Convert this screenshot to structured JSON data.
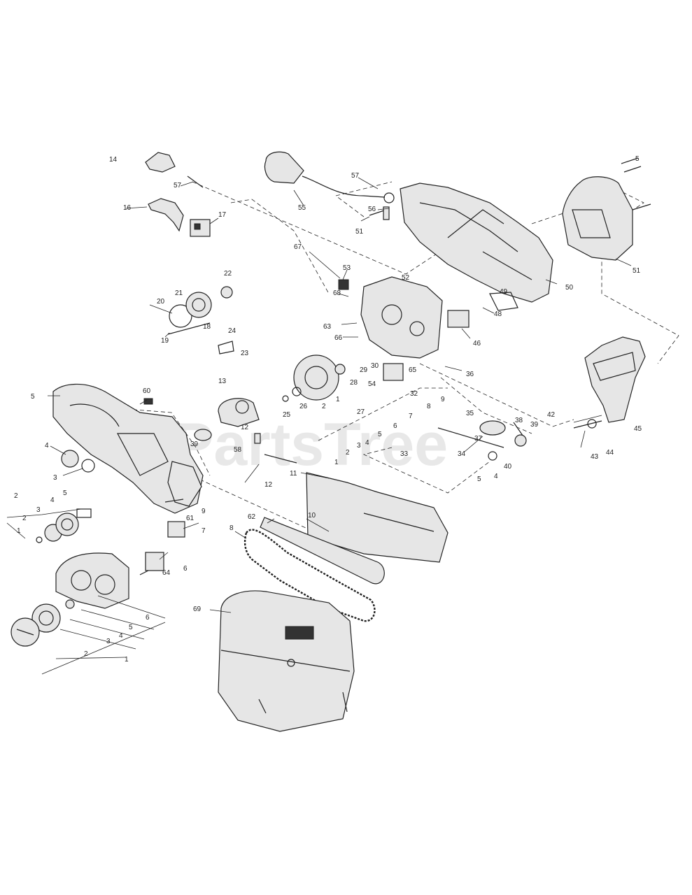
{
  "watermark": "PartsTree",
  "parts": [
    {
      "id": "p14",
      "label": "14"
    },
    {
      "id": "p57a",
      "label": "57"
    },
    {
      "id": "p16",
      "label": "16"
    },
    {
      "id": "p17",
      "label": "17"
    },
    {
      "id": "p55",
      "label": "55"
    },
    {
      "id": "p57b",
      "label": "57"
    },
    {
      "id": "p56",
      "label": "56"
    },
    {
      "id": "p51a",
      "label": "51"
    },
    {
      "id": "p5a",
      "label": "5"
    },
    {
      "id": "p51b",
      "label": "51"
    },
    {
      "id": "p50",
      "label": "50"
    },
    {
      "id": "p67",
      "label": "67"
    },
    {
      "id": "p53",
      "label": "53"
    },
    {
      "id": "p52",
      "label": "52"
    },
    {
      "id": "p49",
      "label": "49"
    },
    {
      "id": "p48",
      "label": "48"
    },
    {
      "id": "p46",
      "label": "46"
    },
    {
      "id": "p68",
      "label": "68"
    },
    {
      "id": "p63",
      "label": "63"
    },
    {
      "id": "p66",
      "label": "66"
    },
    {
      "id": "p22",
      "label": "22"
    },
    {
      "id": "p21",
      "label": "21"
    },
    {
      "id": "p20",
      "label": "20"
    },
    {
      "id": "p18",
      "label": "18"
    },
    {
      "id": "p19",
      "label": "19"
    },
    {
      "id": "p24",
      "label": "24"
    },
    {
      "id": "p23",
      "label": "23"
    },
    {
      "id": "p29",
      "label": "29"
    },
    {
      "id": "p30",
      "label": "30"
    },
    {
      "id": "p54",
      "label": "54"
    },
    {
      "id": "p65",
      "label": "65"
    },
    {
      "id": "p36",
      "label": "36"
    },
    {
      "id": "p28",
      "label": "28"
    },
    {
      "id": "p27",
      "label": "27"
    },
    {
      "id": "p26",
      "label": "26"
    },
    {
      "id": "p25",
      "label": "25"
    },
    {
      "id": "p2a",
      "label": "2"
    },
    {
      "id": "p1a",
      "label": "1"
    },
    {
      "id": "p32",
      "label": "32"
    },
    {
      "id": "p9a",
      "label": "9"
    },
    {
      "id": "p8a",
      "label": "8"
    },
    {
      "id": "p7a",
      "label": "7"
    },
    {
      "id": "p6a",
      "label": "6"
    },
    {
      "id": "p5b",
      "label": "5"
    },
    {
      "id": "p4a",
      "label": "4"
    },
    {
      "id": "p3a",
      "label": "3"
    },
    {
      "id": "p33",
      "label": "33"
    },
    {
      "id": "p2b",
      "label": "2"
    },
    {
      "id": "p1b",
      "label": "1"
    },
    {
      "id": "p35",
      "label": "35"
    },
    {
      "id": "p38",
      "label": "38"
    },
    {
      "id": "p39",
      "label": "39"
    },
    {
      "id": "p37",
      "label": "37"
    },
    {
      "id": "p34",
      "label": "34"
    },
    {
      "id": "p40",
      "label": "40"
    },
    {
      "id": "p4b",
      "label": "4"
    },
    {
      "id": "p5c",
      "label": "5"
    },
    {
      "id": "p42",
      "label": "42"
    },
    {
      "id": "p45",
      "label": "45"
    },
    {
      "id": "p44",
      "label": "44"
    },
    {
      "id": "p43",
      "label": "43"
    },
    {
      "id": "p5d",
      "label": "5"
    },
    {
      "id": "p60",
      "label": "60"
    },
    {
      "id": "p13",
      "label": "13"
    },
    {
      "id": "p12a",
      "label": "12"
    },
    {
      "id": "p4c",
      "label": "4"
    },
    {
      "id": "p3b",
      "label": "3"
    },
    {
      "id": "p39b",
      "label": "39"
    },
    {
      "id": "p58",
      "label": "58"
    },
    {
      "id": "p12b",
      "label": "12"
    },
    {
      "id": "p11",
      "label": "11"
    },
    {
      "id": "p9b",
      "label": "9"
    },
    {
      "id": "p61",
      "label": "61"
    },
    {
      "id": "p2c",
      "label": "2"
    },
    {
      "id": "p3c",
      "label": "3"
    },
    {
      "id": "p4d",
      "label": "4"
    },
    {
      "id": "p5e",
      "label": "5"
    },
    {
      "id": "p2d",
      "label": "2"
    },
    {
      "id": "p1c",
      "label": "1"
    },
    {
      "id": "p7b",
      "label": "7"
    },
    {
      "id": "p64",
      "label": "64"
    },
    {
      "id": "p6b",
      "label": "6"
    },
    {
      "id": "p62",
      "label": "62"
    },
    {
      "id": "p10",
      "label": "10"
    },
    {
      "id": "p8b",
      "label": "8"
    },
    {
      "id": "p6c",
      "label": "6"
    },
    {
      "id": "p5f",
      "label": "5"
    },
    {
      "id": "p4e",
      "label": "4"
    },
    {
      "id": "p3d",
      "label": "3"
    },
    {
      "id": "p2e",
      "label": "2"
    },
    {
      "id": "p1d",
      "label": "1"
    },
    {
      "id": "p69",
      "label": "69"
    }
  ]
}
